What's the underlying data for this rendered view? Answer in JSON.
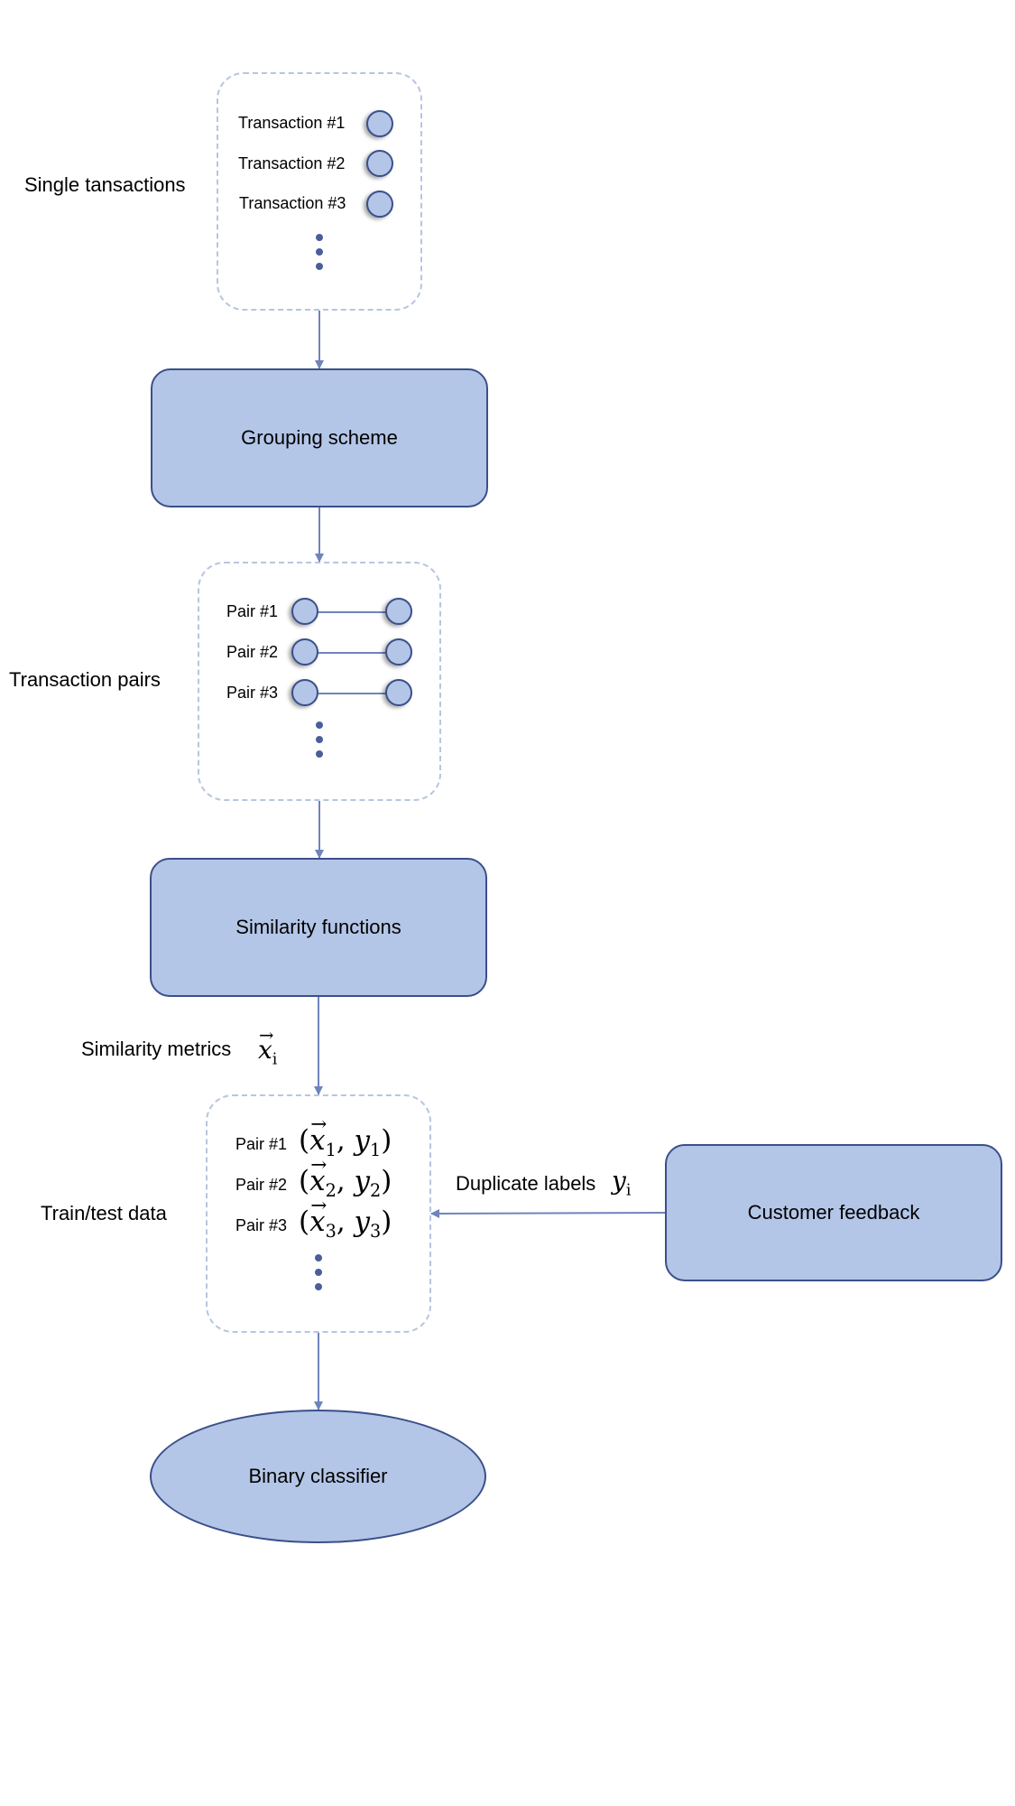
{
  "stages": {
    "single_transactions": {
      "label": "Single tansactions",
      "items": [
        "Transaction #1",
        "Transaction #2",
        "Transaction #3"
      ]
    },
    "grouping": {
      "label": "Grouping scheme"
    },
    "transaction_pairs": {
      "label": "Transaction pairs",
      "items": [
        "Pair #1",
        "Pair #2",
        "Pair #3"
      ]
    },
    "similarity_functions": {
      "label": "Similarity functions"
    },
    "similarity_metrics": {
      "label": "Similarity metrics",
      "symbol": "x",
      "subscript": "i"
    },
    "train_test": {
      "label": "Train/test data",
      "items": [
        {
          "label": "Pair #1",
          "x": "x",
          "xsub": "1",
          "y": "y",
          "ysub": "1"
        },
        {
          "label": "Pair #2",
          "x": "x",
          "xsub": "2",
          "y": "y",
          "ysub": "2"
        },
        {
          "label": "Pair #3",
          "x": "x",
          "xsub": "3",
          "y": "y",
          "ysub": "3"
        }
      ]
    },
    "customer_feedback": {
      "label": "Customer feedback"
    },
    "duplicate_labels": {
      "label": "Duplicate labels",
      "symbol": "y",
      "subscript": "i"
    },
    "binary_classifier": {
      "label": "Binary classifier"
    }
  },
  "colors": {
    "fill": "#b4c6e7",
    "border": "#3b4f8a",
    "arrow": "#6f84bd",
    "dashed": "#b7c5e1"
  }
}
